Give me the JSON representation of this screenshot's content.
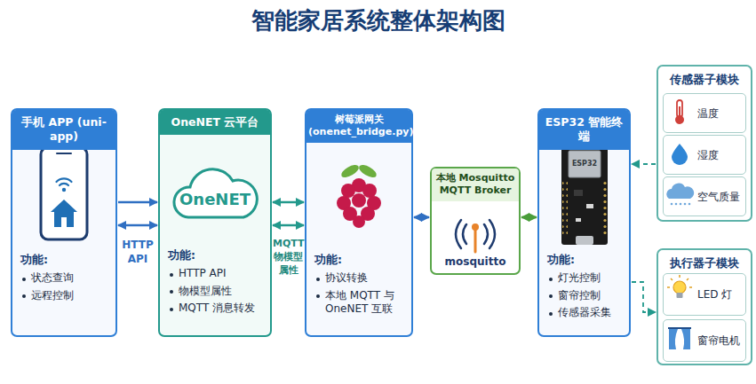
{
  "diagram": {
    "title": "智能家居系统整体架构图",
    "nodes": [
      {
        "text": [
          "手机 APP (uni-app)",
          "功能:",
          "状态查询",
          "远程控制"
        ]
      },
      {
        "text": [
          "OneNET 云平台",
          "OneNET",
          "功能:",
          "HTTP API",
          "物模型属性",
          "MQTT 消息转发"
        ]
      },
      {
        "text": [
          "树莓派网关 (onenet_bridge.py)",
          "功能:",
          "协议转换",
          "本地 MQTT 与 OneNET 互联"
        ]
      },
      {
        "text": [
          "本地 Mosquitto MQTT Broker",
          "mosquitto"
        ]
      },
      {
        "text": [
          "ESP32 智能终端",
          "ESP32",
          "功能:",
          "灯光控制",
          "窗帘控制",
          "传感器采集"
        ]
      },
      {
        "text": [
          "传感器子模块"
        ]
      },
      {
        "text": [
          "温度"
        ],
        "in": 5
      },
      {
        "text": [
          "湿度"
        ],
        "in": 5
      },
      {
        "text": [
          "空气质量"
        ],
        "in": 5
      },
      {
        "text": [
          "执行器子模块"
        ]
      },
      {
        "text": [
          "LED 灯"
        ],
        "in": 9
      },
      {
        "text": [
          "窗帘电机"
        ],
        "in": 9
      }
    ],
    "edges": [
      {
        "from": 0,
        "to": 1,
        "arrow": "to"
      },
      {
        "from": 0,
        "to": 1,
        "arrow": "both",
        "label": "HTTP API"
      },
      {
        "from": 1,
        "to": 2,
        "arrow": "both"
      },
      {
        "from": 1,
        "to": 2,
        "arrow": "both",
        "label": "MQTT 物模型 属性"
      },
      {
        "from": 2,
        "to": 3,
        "arrow": "both"
      },
      {
        "from": 3,
        "to": 4,
        "arrow": "both"
      },
      {
        "from": 5,
        "to": 4,
        "arrow": "to"
      },
      {
        "from": 4,
        "to": 9,
        "arrow": "to"
      }
    ]
  }
}
